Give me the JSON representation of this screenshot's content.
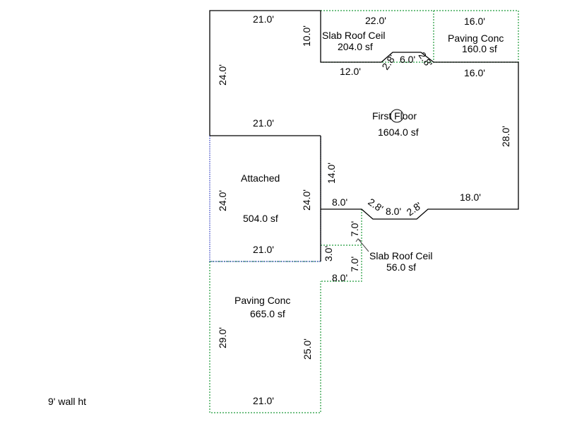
{
  "colors": {
    "wall": "#000000",
    "slab_outline": "#1f9a3a",
    "garage_outline": "#2d3bbf"
  },
  "note": "9' wall ht",
  "areas": {
    "first_floor": {
      "name": "First Floor",
      "area": "1604.0 sf"
    },
    "attached": {
      "name": "Attached",
      "area": "504.0 sf"
    },
    "slab_top": {
      "name": "Slab Roof Ceil",
      "area": "204.0 sf"
    },
    "paving_top": {
      "name": "Paving Conc",
      "area": "160.0 sf"
    },
    "slab_small": {
      "name": "Slab Roof Ceil",
      "area": "56.0 sf"
    },
    "paving_bottom": {
      "name": "Paving Conc",
      "area": "665.0 sf"
    }
  },
  "dims": {
    "top_left_21": "21.0'",
    "top_22": "22.0'",
    "top_right_16": "16.0'",
    "slab_10": "10.0'",
    "left_24_upper": "24.0'",
    "bay_left_28": "2.8'",
    "bay_top_6": "6.0'",
    "bay_right_28": "2.8'",
    "mid_12": "12.0'",
    "right_16": "16.0'",
    "right_28": "28.0'",
    "mid_21": "21.0'",
    "inner_14": "14.0'",
    "garage_left_24": "24.0'",
    "garage_right_24": "24.0'",
    "garage_bottom_21": "21.0'",
    "step_8": "8.0'",
    "lower_bay_left_28": "2.8'",
    "lower_bay_8": "8.0'",
    "lower_bay_right_28": "2.8'",
    "bottom_right_18": "18.0'",
    "small_7_upper": "7.0'",
    "small_3": "3.0'",
    "small_7_lower": "7.0'",
    "small_8": "8.0'",
    "paving_29": "29.0'",
    "paving_25": "25.0'",
    "paving_bottom_21": "21.0'"
  }
}
